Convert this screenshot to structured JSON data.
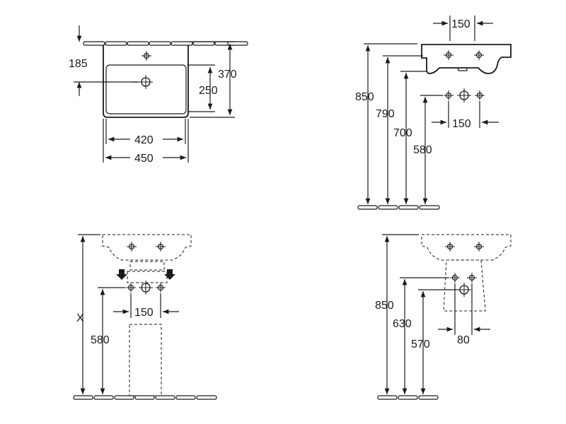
{
  "top_view": {
    "dim_overflow": "185",
    "dim_height": "370",
    "dim_bowl_height": "250",
    "dim_bowl_width": "420",
    "dim_width": "450"
  },
  "side_view": {
    "dim_depth": "150",
    "dim_rim_height": "850",
    "dim_bottom_height": "790",
    "dim_trap_height": "700",
    "dim_supply_height": "580",
    "dim_supply_spacing": "150"
  },
  "front_pedestal": {
    "dim_variable": "X",
    "dim_supply_height": "580",
    "dim_supply_spacing": "150"
  },
  "front_semi_pedestal": {
    "dim_rim_height": "850",
    "dim_drain_height": "630",
    "dim_supply_height": "570",
    "dim_supply_spacing": "80"
  }
}
